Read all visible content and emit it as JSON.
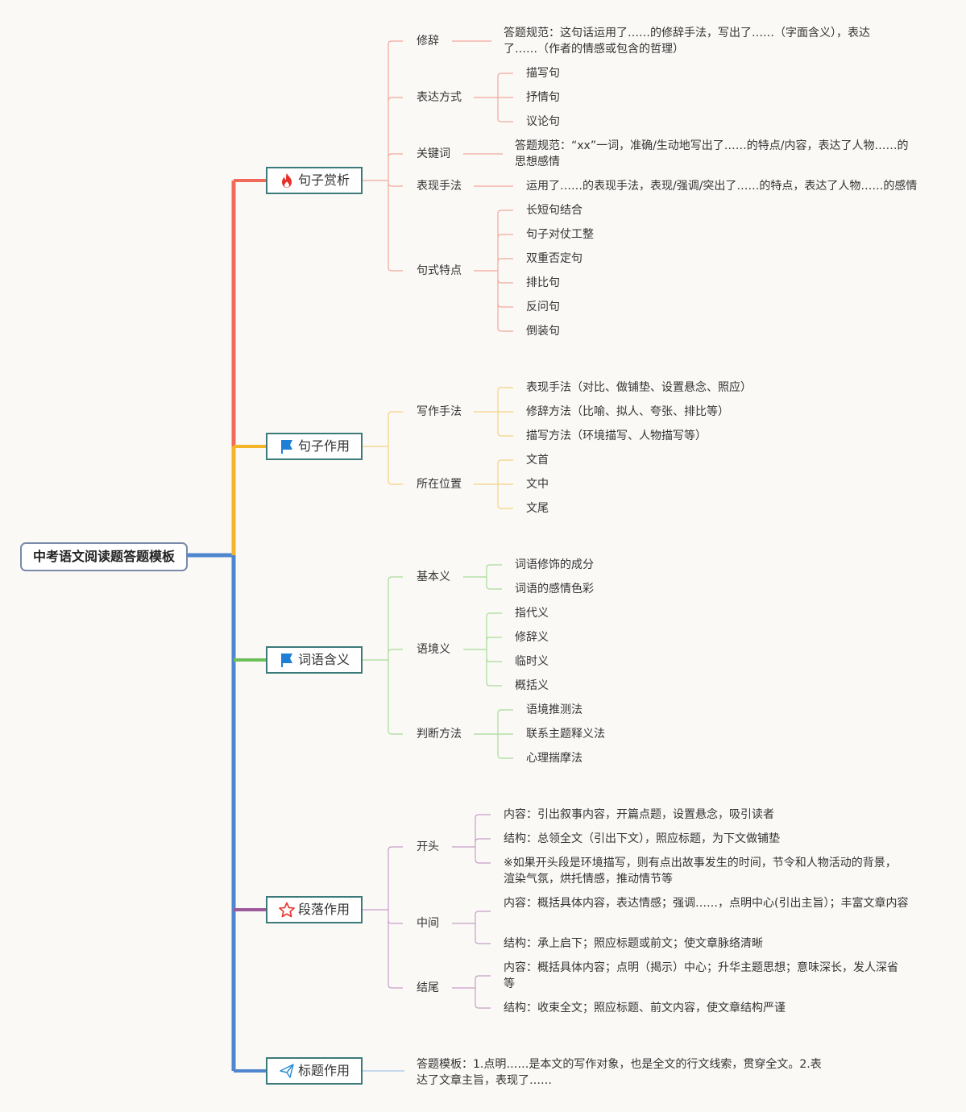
{
  "root": "中考语文阅读题答题模板",
  "colors": {
    "red": "#f26b5a",
    "red_light": "#f2a79c",
    "yellow": "#f5b528",
    "yellow_light": "#f7d283",
    "green": "#6cc05a",
    "green_light": "#a9dc98",
    "purple": "#9c5a9c",
    "purple_light": "#c79ec7",
    "blue": "#4f86cf",
    "blue_light": "#a8c4ea"
  },
  "sections": [
    {
      "label": "句子赏析",
      "icon": "fire-icon",
      "children": [
        {
          "label": "修辞",
          "items": [
            "答题规范：这句话运用了……的修辞手法，写出了……（字面含义），表达了……（作者的情感或包含的哲理）"
          ]
        },
        {
          "label": "表达方式",
          "items": [
            "描写句",
            "抒情句",
            "议论句"
          ]
        },
        {
          "label": "关键词",
          "items": [
            "答题规范：“xx”一词，准确/生动地写出了……的特点/内容，表达了人物……的思想感情"
          ]
        },
        {
          "label": "表现手法",
          "items": [
            "运用了……的表现手法，表现/强调/突出了……的特点，表达了人物……的感情"
          ]
        },
        {
          "label": "句式特点",
          "items": [
            "长短句结合",
            "句子对仗工整",
            "双重否定句",
            "排比句",
            "反问句",
            "倒装句"
          ]
        }
      ]
    },
    {
      "label": "句子作用",
      "icon": "flag-icon",
      "children": [
        {
          "label": "写作手法",
          "items": [
            "表现手法（对比、做铺垫、设置悬念、照应）",
            "修辞方法（比喻、拟人、夸张、排比等）",
            "描写方法（环境描写、人物描写等）"
          ]
        },
        {
          "label": "所在位置",
          "items": [
            "文首",
            "文中",
            "文尾"
          ]
        }
      ]
    },
    {
      "label": "词语含义",
      "icon": "flag-icon",
      "children": [
        {
          "label": "基本义",
          "items": [
            "词语修饰的成分",
            "词语的感情色彩"
          ]
        },
        {
          "label": "语境义",
          "items": [
            "指代义",
            "修辞义",
            "临时义",
            "概括义"
          ]
        },
        {
          "label": "判断方法",
          "items": [
            "语境推测法",
            "联系主题释义法",
            "心理揣摩法"
          ]
        }
      ]
    },
    {
      "label": "段落作用",
      "icon": "star-icon",
      "children": [
        {
          "label": "开头",
          "items": [
            "内容：引出叙事内容，开篇点题，设置悬念，吸引读者",
            "结构：总领全文（引出下文），照应标题，为下文做铺垫",
            "※如果开头段是环境描写，则有点出故事发生的时间，节令和人物活动的背景，渲染气氛，烘托情感，推动情节等"
          ]
        },
        {
          "label": "中间",
          "items": [
            "内容：概括具体内容，表达情感；强调……，点明中心(引出主旨）；丰富文章内容",
            "结构：承上启下；照应标题或前文；使文章脉络清晰"
          ]
        },
        {
          "label": "结尾",
          "items": [
            "内容：概括具体内容；点明（揭示）中心；升华主题思想；意味深长，发人深省等",
            "结构：收束全文；照应标题、前文内容，使文章结构严谨"
          ]
        }
      ]
    },
    {
      "label": "标题作用",
      "icon": "paper-plane-icon",
      "note": "答题模板：1.点明……是本文的写作对象，也是全文的行文线索，贯穿全文。2.表达了文章主旨，表现了……"
    }
  ]
}
